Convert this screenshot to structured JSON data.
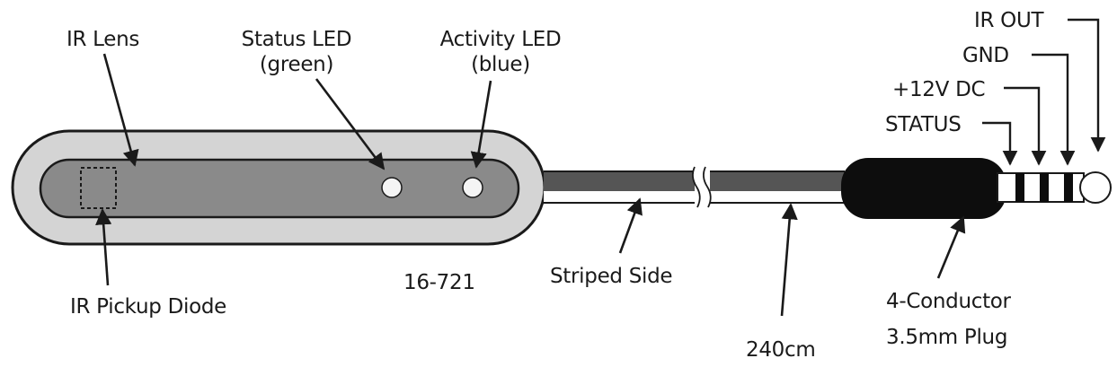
{
  "labels": {
    "ir_lens": "IR Lens",
    "status_led_line1": "Status LED",
    "status_led_line2": "(green)",
    "activity_led_line1": "Activity LED",
    "activity_led_line2": "(blue)",
    "ir_pickup_diode": "IR Pickup Diode",
    "part_number": "16-721",
    "striped_side": "Striped Side",
    "cable_length": "240cm",
    "plug_line1": "4-Conductor",
    "plug_line2": "3.5mm Plug",
    "pin_ir_out": "IR OUT",
    "pin_gnd": "GND",
    "pin_power": "+12V DC",
    "pin_status": "STATUS"
  },
  "colors": {
    "ink": "#1a1a1a",
    "housing_outer": "#d4d4d4",
    "lens_window": "#8a8a8a",
    "cable_dark": "#555555",
    "plug_body": "#0d0d0d",
    "plug_ring": "#ffffff"
  }
}
